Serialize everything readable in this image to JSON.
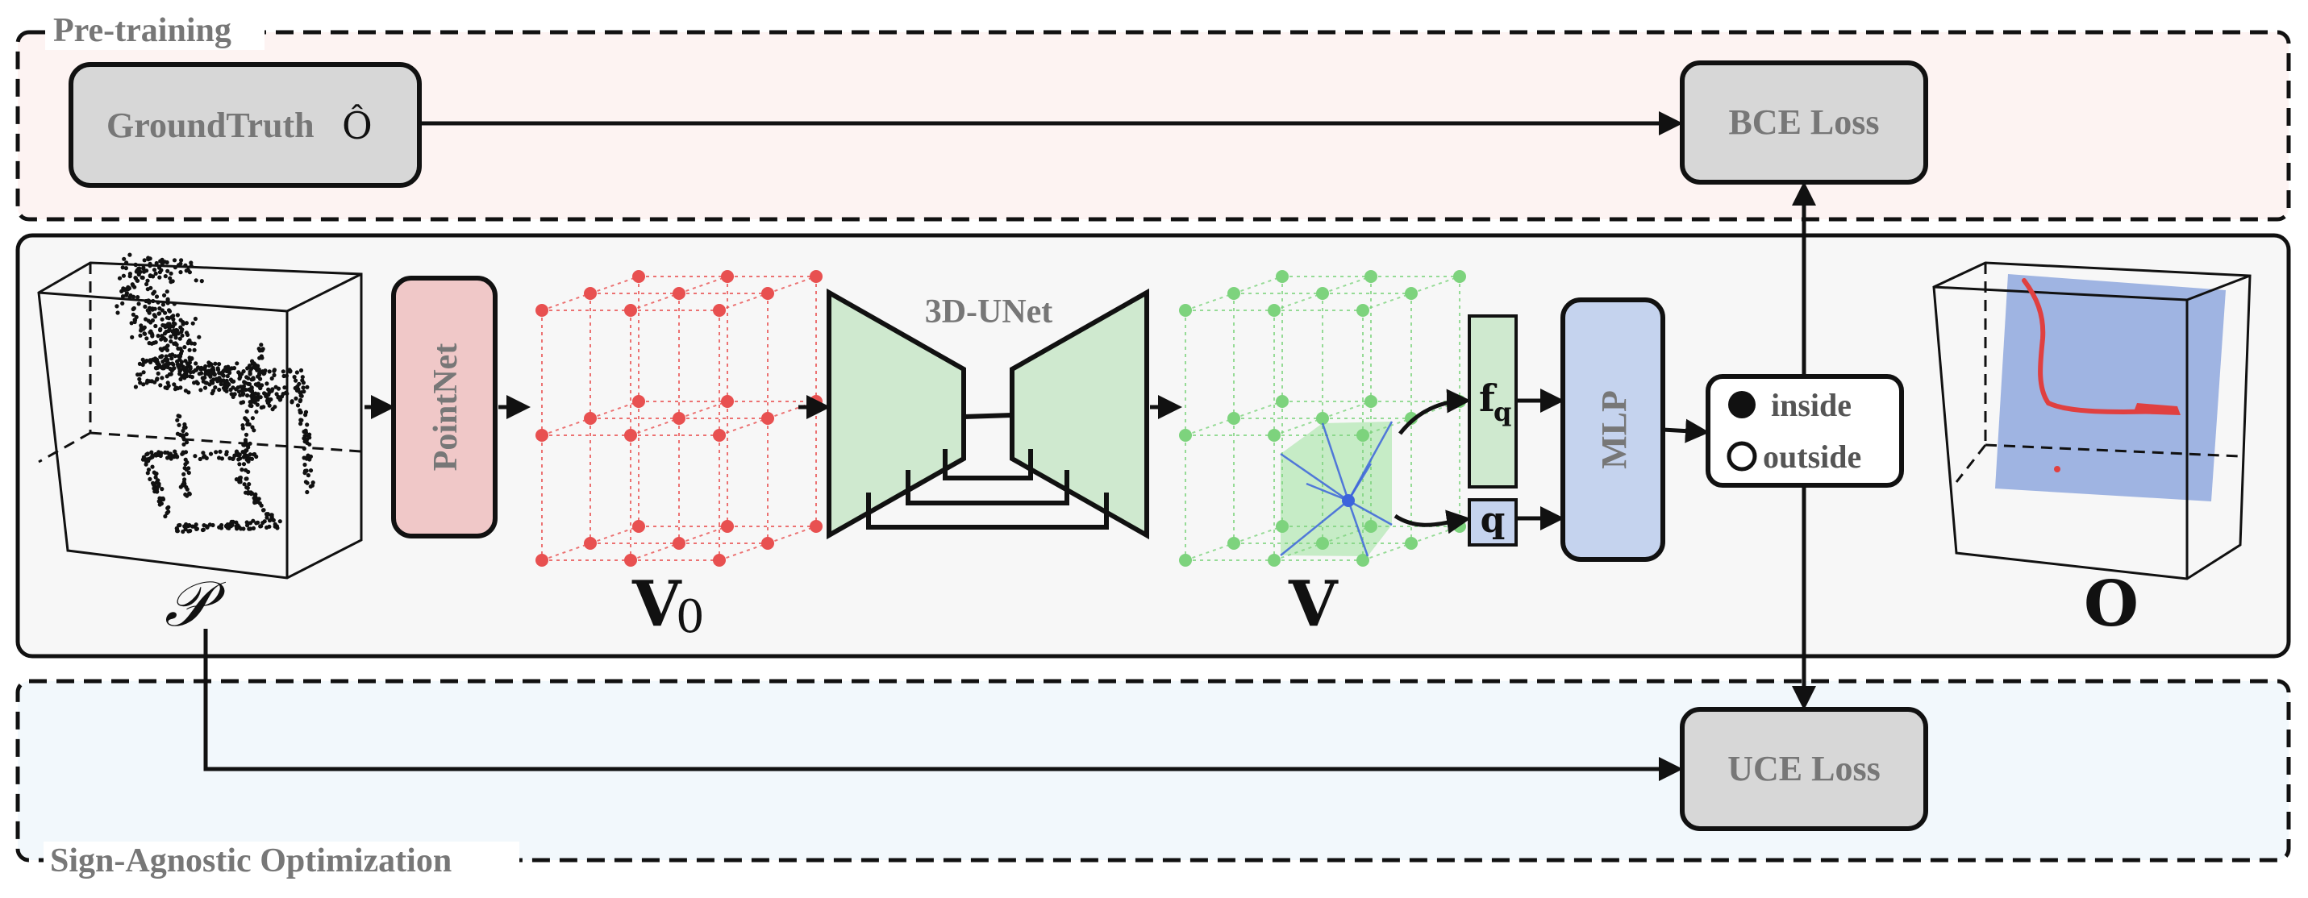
{
  "sections": {
    "pretraining_label": "Pre-training",
    "optimization_label": "Sign-Agnostic Optimization"
  },
  "boxes": {
    "ground_truth": "GroundTruth",
    "ground_truth_symbol": "Ô",
    "bce_loss": "BCE Loss",
    "uce_loss": "UCE Loss",
    "pointnet": "PointNet",
    "unet": "3D-UNet",
    "mlp": "MLP",
    "feature": "f",
    "feature_sub": "q",
    "query": "q"
  },
  "legend": {
    "inside": "inside",
    "outside": "outside"
  },
  "symbols": {
    "point_cloud": "𝒫",
    "initial_volume": "V",
    "initial_volume_sub": "0",
    "volume": "V",
    "output": "O"
  },
  "colors": {
    "pretrain_bg": "#fdf3f2",
    "optim_bg": "#f2f8fc",
    "main_bg": "#f7f7f7",
    "loss_fill": "#d7d7d7",
    "pointnet_fill": "#f0c8c8",
    "unet_fill": "#cfe9cf",
    "mlp_fill": "#c5d3ee",
    "grid_red": "#e85050",
    "grid_green": "#7dd37d",
    "query_blue": "#3c64dc",
    "output_plane": "#8fa8de",
    "output_stroke": "#e04040"
  }
}
